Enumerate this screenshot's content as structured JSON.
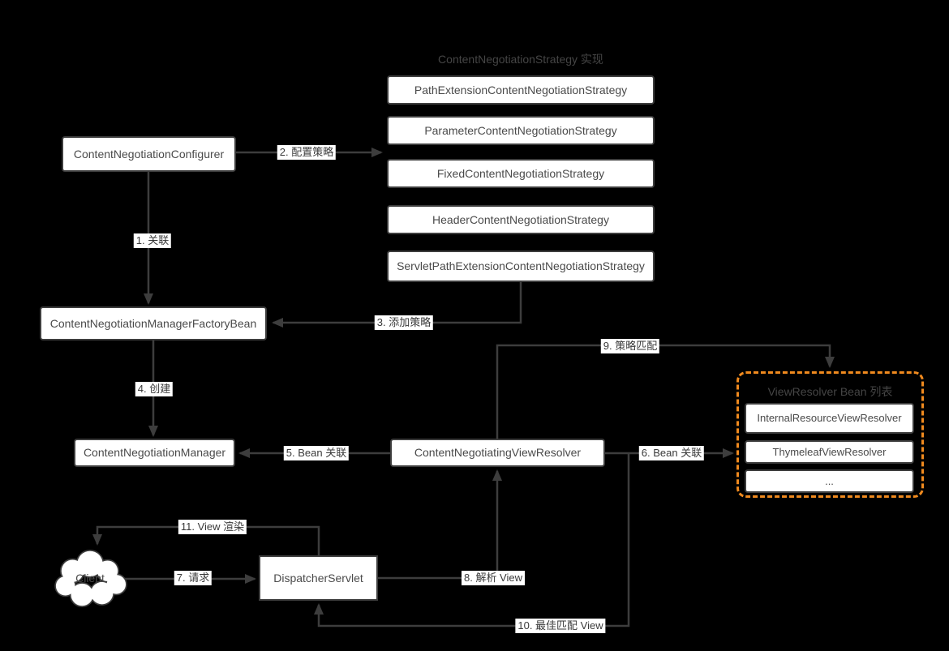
{
  "diagram": {
    "strategy_group_title": "ContentNegotiationStrategy 实现",
    "resolver_group_title": "ViewResolver Bean 列表",
    "nodes": {
      "configurer": "ContentNegotiationConfigurer",
      "factory_bean": "ContentNegotiationManagerFactoryBean",
      "manager": "ContentNegotiationManager",
      "negotiating_view_resolver": "ContentNegotiatingViewResolver",
      "dispatcher_servlet": "DispatcherServlet",
      "client": "Client"
    },
    "strategies": [
      {
        "label": "PathExtensionContentNegotiationStrategy"
      },
      {
        "label": "ParameterContentNegotiationStrategy"
      },
      {
        "label": "FixedContentNegotiationStrategy"
      },
      {
        "label": "HeaderContentNegotiationStrategy"
      },
      {
        "label": "ServletPathExtensionContentNegotiationStrategy"
      }
    ],
    "resolvers": [
      {
        "label": "InternalResourceViewResolver"
      },
      {
        "label": "ThymeleafViewResolver"
      },
      {
        "label": "..."
      }
    ],
    "edges": {
      "e1": "1. 关联",
      "e2": "2. 配置策略",
      "e3": "3. 添加策略",
      "e4": "4. 创建",
      "e5": "5. Bean 关联",
      "e6": "6. Bean 关联",
      "e7": "7. 请求",
      "e8": "8. 解析 View",
      "e9": "9. 策略匹配",
      "e10": "10. 最佳匹配 View",
      "e11": "11. View 渲染"
    },
    "colors": {
      "background": "#000000",
      "node_fill": "#ffffff",
      "node_border": "#3d3d3d",
      "node_text": "#4a4a4a",
      "arrow": "#3d3d3d",
      "group_title_text": "#454545",
      "resolver_group_border": "#f08a1e"
    }
  }
}
